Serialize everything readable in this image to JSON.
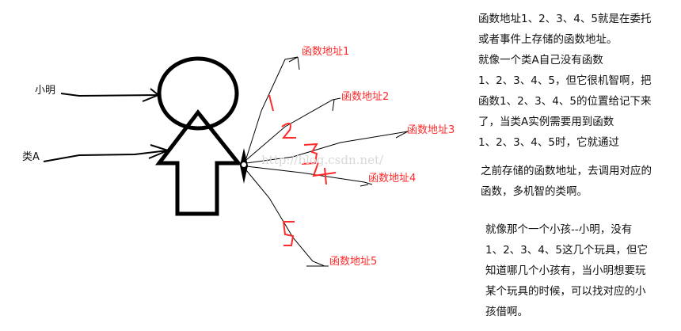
{
  "diagram": {
    "labels": {
      "xiaoming": "小明",
      "class_a": "类A"
    },
    "addresses": [
      "函数地址1",
      "函数地址2",
      "函数地址3",
      "函数地址4",
      "函数地址5"
    ],
    "digits": [
      "1",
      "2",
      "3",
      "4",
      "5"
    ],
    "watermark": "http://blog.csdn.net/",
    "colors": {
      "ink": "#000000",
      "accent": "#ff2a2a"
    }
  },
  "explanation": {
    "para1": [
      "函数地址1、2、3、4、5就是在委托",
      "或者事件上存储的函数地址。",
      "就像一个类A自己没有函数",
      "1、2、3、4、5，但它很机智啊，把",
      "函数1、2、3、4、5的位置给记下来",
      "了，当类A实例需要用到函数",
      "1、2、3、4、5时，它就通过"
    ],
    "para2": [
      "之前存储的函数地址，去调用对应的",
      "函数，多机智的类啊。"
    ],
    "para3": [
      "就像那个一个小孩--小明，没有",
      "1、2、3、4、5这几个玩具，但它",
      "知道哪几个小孩有，当小明想要玩",
      "某个玩具的时候，可以找对应的小",
      "孩借啊。"
    ]
  }
}
